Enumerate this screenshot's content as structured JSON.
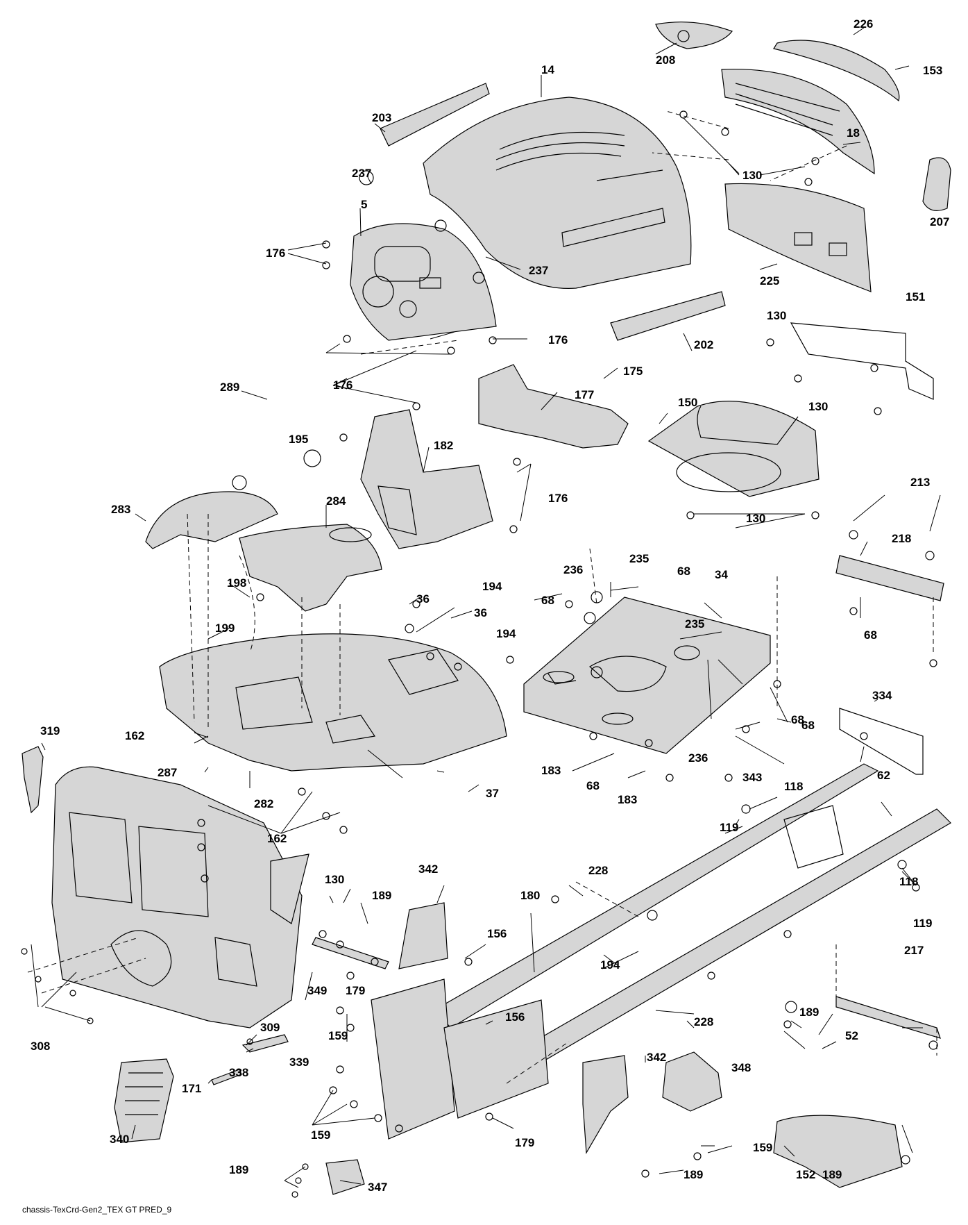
{
  "diagram": {
    "caption": "chassis-TexCrd-Gen2_TEX GT PRED_9",
    "part_numbers": [
      "14",
      "5",
      "18",
      "34",
      "36",
      "37",
      "52",
      "62",
      "68",
      "118",
      "119",
      "130",
      "150",
      "151",
      "152",
      "153",
      "156",
      "159",
      "162",
      "171",
      "175",
      "176",
      "177",
      "179",
      "180",
      "182",
      "183",
      "189",
      "194",
      "195",
      "198",
      "199",
      "202",
      "203",
      "207",
      "208",
      "213",
      "217",
      "218",
      "225",
      "226",
      "228",
      "235",
      "236",
      "237",
      "282",
      "283",
      "284",
      "287",
      "289",
      "308",
      "309",
      "319",
      "334",
      "338",
      "339",
      "340",
      "342",
      "343",
      "347",
      "348",
      "349"
    ]
  }
}
